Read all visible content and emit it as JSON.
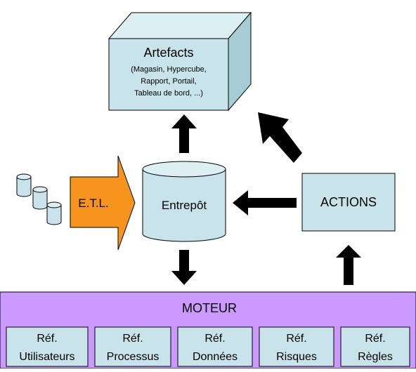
{
  "artefacts": {
    "title": "Artefacts",
    "details": [
      "(Magasin, Hypercube,",
      "Rapport, Portail,",
      "Tableau de bord, ...)"
    ]
  },
  "etl": {
    "label": "E.T.L."
  },
  "entrepot": {
    "label": "Entrepôt"
  },
  "actions": {
    "label": "ACTIONS"
  },
  "moteur": {
    "title": "MOTEUR",
    "referentiels": [
      {
        "line1": "Réf.",
        "line2": "Utilisateurs"
      },
      {
        "line1": "Réf.",
        "line2": "Processus"
      },
      {
        "line1": "Réf.",
        "line2": "Données"
      },
      {
        "line1": "Réf.",
        "line2": "Risques"
      },
      {
        "line1": "Réf.",
        "line2": "Règles"
      }
    ]
  },
  "colors": {
    "box_fill": "#c8e4ea",
    "box_top": "#dcf0f4",
    "box_side": "#a6ccd4",
    "etl_fill": "#f7941d",
    "moteur_fill": "#cc99ff",
    "arrow": "#000000"
  }
}
